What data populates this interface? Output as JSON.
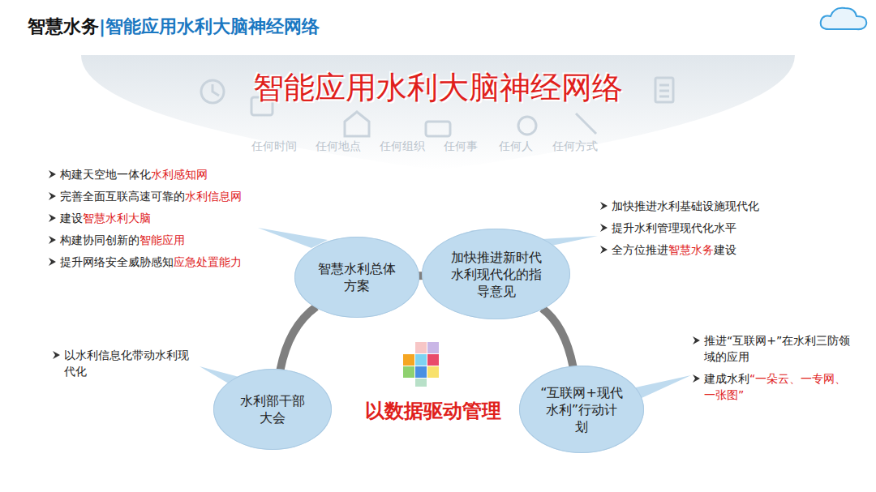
{
  "diagram": {
    "title": "智慧水务",
    "nodes": [
      {
        "text": [
          "智慧水利总体方案"
        ]
      },
      {
        "text": [
          "加快推进新时代水利现代化的指导意见"
        ]
      },
      {
        "text": [
          "水利部干部大会"
        ]
      },
      {
        "text": [
          "“互联网+现代水利”行动计划"
        ]
      }
    ],
    "edges": [
      {
        "from": 0,
        "to": 1,
        "arrow": "none"
      },
      {
        "from": 0,
        "to": 2,
        "arrow": "none"
      },
      {
        "from": 1,
        "to": 3,
        "arrow": "none"
      }
    ],
    "labels": [
      "|智能应用水利大脑神经网络",
      "智能应用水利大脑神经网络",
      "任何时间",
      "任何地点",
      "任何组织",
      "任何事",
      "任何人",
      "任何方式",
      "构建天空地一体化",
      "水利感知网",
      "完善全面互联高速可靠的",
      "水利信息网",
      "建设",
      "智慧水利大脑",
      "构建协同创新的",
      "智能应用",
      "提升网络安全威胁感知",
      "应急处置能力",
      "加快推进水利基础设施现代化",
      "提升水利管理现代化水平",
      "全方位推进",
      "智慧水务",
      "建设",
      "以水利信息化带动水利现代化",
      "推进“互联网+”在水利三防领域的应用",
      "建成水利",
      "“一朵云、一专网、一张图”",
      "以数据驱动管理"
    ]
  }
}
